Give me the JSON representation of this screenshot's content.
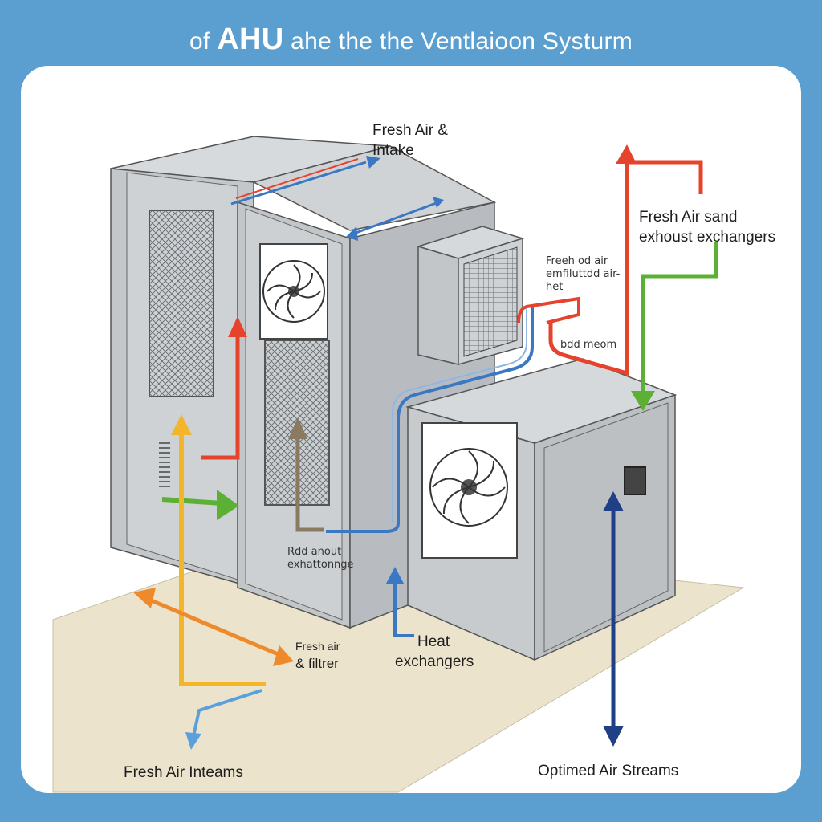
{
  "title": {
    "prefix": "of",
    "main": "AHU",
    "rest": "ahe the the Ventlaioon Systurm"
  },
  "labels": {
    "fresh_air_intake": [
      "Fresh Air &",
      "Intake"
    ],
    "exchangers_top": [
      "Fresh Air sand",
      "exhoust exchangers"
    ],
    "small_note_1": [
      "Freeh od air",
      "emfiluttdd air-",
      "het"
    ],
    "small_note_2": "bdd meom",
    "small_note_3": [
      "Rdd anout",
      "exhattonnge"
    ],
    "fresh_air_filter": [
      "Fresh air",
      "& filtrer"
    ],
    "heat_exchangers": [
      "Heat",
      "exchangers"
    ],
    "bottom_left": "Fresh Air Inteams",
    "bottom_right": "Optimed Air Streams"
  },
  "colors": {
    "background": "#5a9fd0",
    "panel": "#ffffff",
    "unit": "#c9cccf",
    "floor": "#ece3cd",
    "red": "#e6432c",
    "green": "#5cb135",
    "blue": "#3b78c4",
    "orange": "#ef8a2a",
    "yellow": "#f3b52a",
    "navy": "#1f3f86"
  }
}
